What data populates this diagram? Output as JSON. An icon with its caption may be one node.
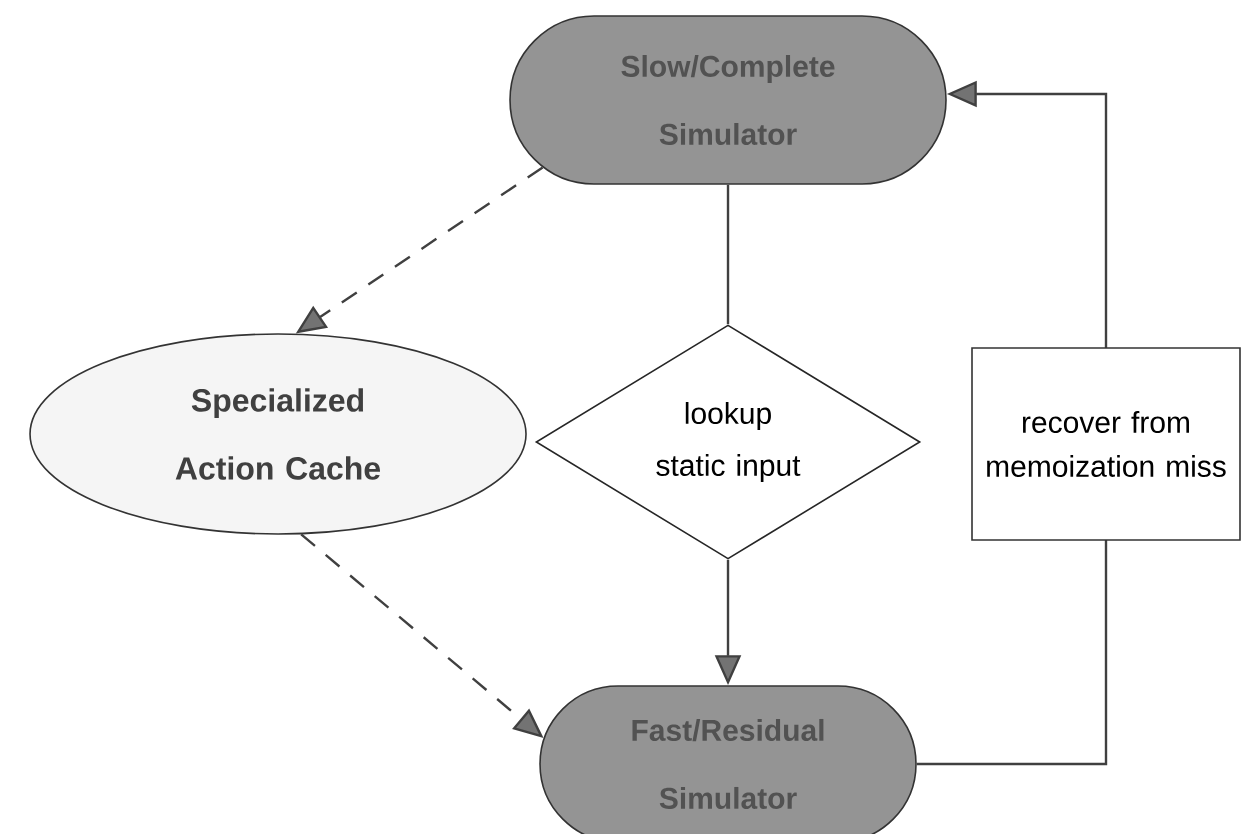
{
  "diagram": {
    "nodes": [
      {
        "text": [
          "Slow/Complete Simulator"
        ]
      },
      {
        "text": [
          "Specialized Action Cache"
        ]
      },
      {
        "text": [
          "lookup static input"
        ]
      },
      {
        "text": [
          "Fast/Residual Simulator"
        ]
      }
    ],
    "edges": [
      {
        "from": 0,
        "to": 1,
        "arrow": "to",
        "style": "dashed"
      },
      {
        "from": 1,
        "to": 3,
        "arrow": "to",
        "style": "dashed"
      },
      {
        "from": 0,
        "to": 2,
        "arrow": "none"
      },
      {
        "from": 2,
        "to": 3,
        "arrow": "to"
      },
      {
        "from": 3,
        "to": 0,
        "arrow": "to",
        "label": "recover from memoization miss"
      }
    ]
  }
}
